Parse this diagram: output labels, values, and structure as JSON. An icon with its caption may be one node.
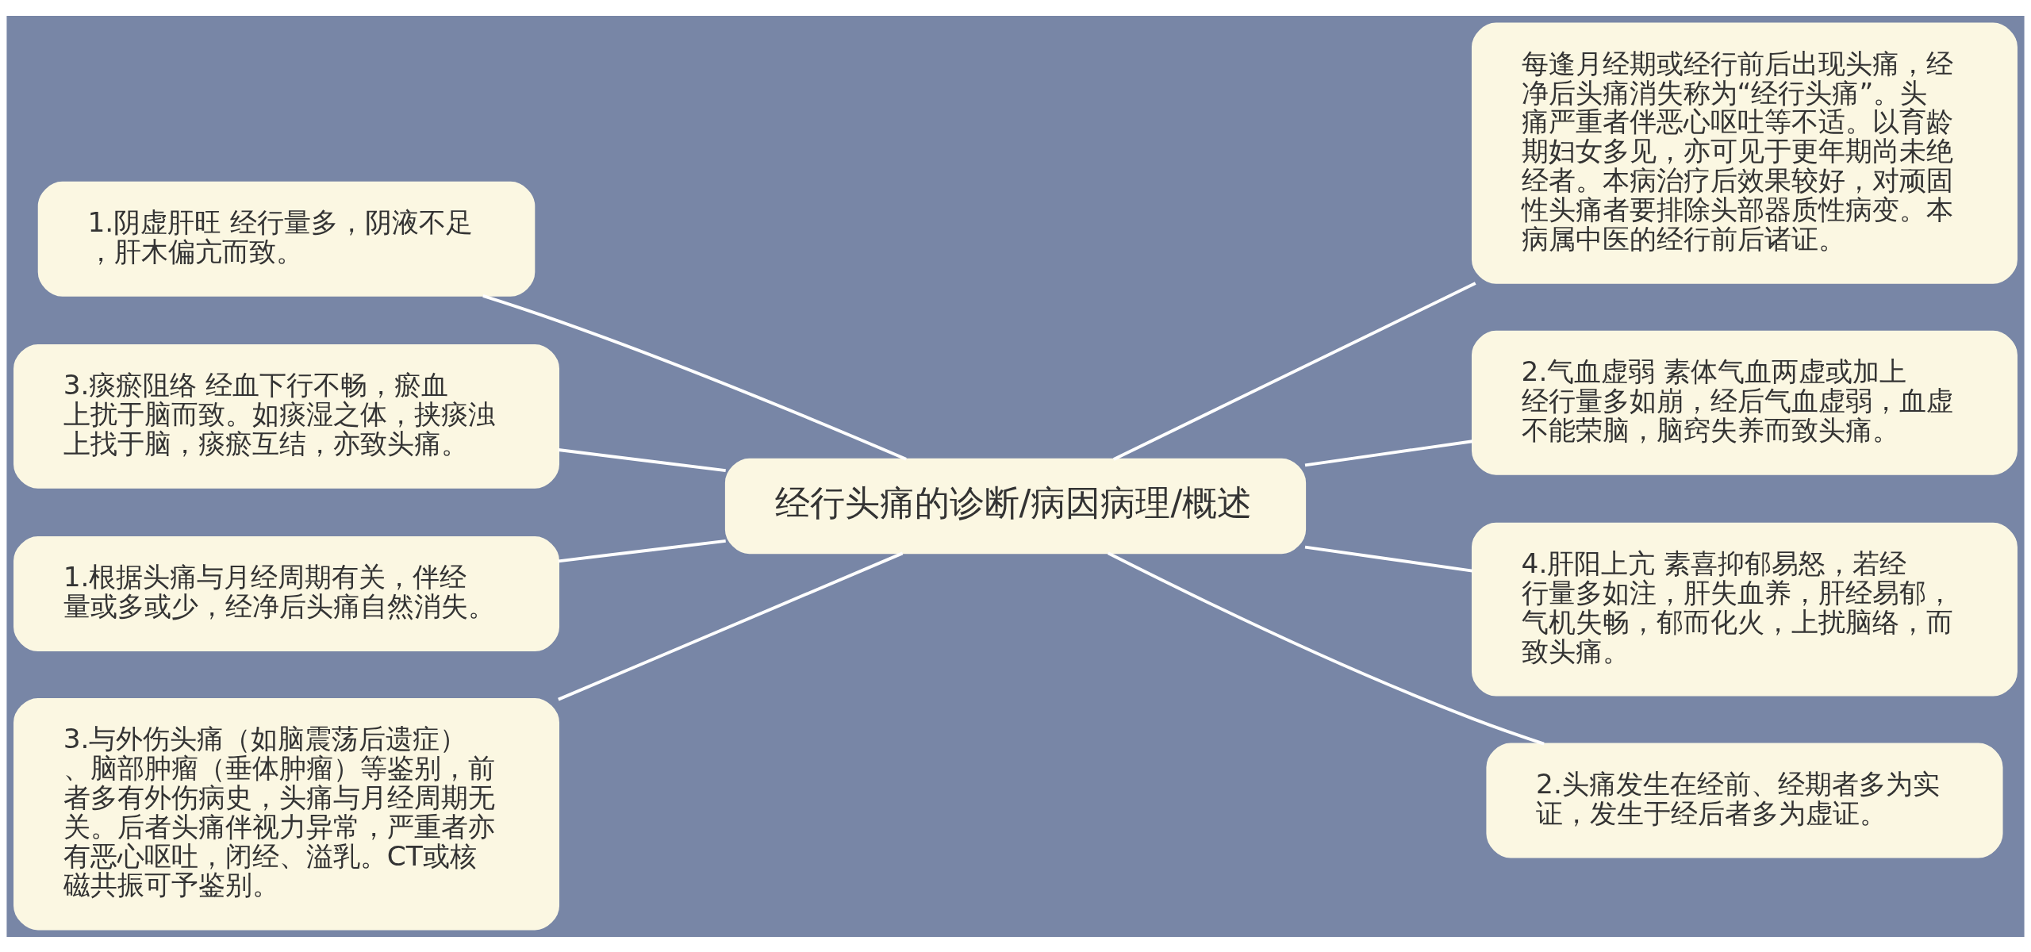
{
  "diagram": {
    "nodes": [
      {
        "text": [
          "经行头痛的诊断/病因病理/概述"
        ]
      },
      {
        "text": [
          "1.阴虚肝旺 经行量多，阴液不足，肝木偏亢而致。"
        ]
      },
      {
        "text": [
          "3.痰瘀阻络 经血下行不畅，瘀血上扰于脑而致。如痰湿之体，挟痰浊上找于脑，痰瘀互结，亦致头痛。"
        ]
      },
      {
        "text": [
          "1.根据头痛与月经周期有关，伴经量或多或少，经净后头痛自然消失。"
        ]
      },
      {
        "text": [
          "3.与外伤头痛（如脑震荡后遗症）、脑部肿瘤（垂体肿瘤）等鉴别，前者多有外伤病史，头痛与月经周期无关。后者头痛伴视力异常，严重者亦有恶心呕吐，闭经、溢乳。CT或核磁共振可予鉴别。"
        ]
      },
      {
        "text": [
          "每逢月经期或经行前后出现头痛，经净后头痛消失称为“经行头痛”。头痛严重者伴恶心呕吐等不适。以育龄期妇女多见，亦可见于更年期尚未绝经者。本病治疗后效果较好，对顽固性头痛者要排除头部器质性病变。本病属中医的经行前后诸证。"
        ]
      },
      {
        "text": [
          "2.气血虚弱 素体气血两虚或加上经行量多如崩，经后气血虚弱，血虚不能荣脑，脑窍失养而致头痛。"
        ]
      },
      {
        "text": [
          "4.肝阳上亢 素喜抑郁易怒，若经行量多如注，肝失血养，肝经易郁，气机失畅，郁而化火，上扰脑络，而致头痛。"
        ]
      },
      {
        "text": [
          "2.头痛发生在经前、经期者多为实证，发生于经后者多为虚证。"
        ]
      }
    ],
    "edges": [
      {
        "from": 0,
        "to": 1,
        "arrow": "none"
      },
      {
        "from": 0,
        "to": 2,
        "arrow": "none"
      },
      {
        "from": 0,
        "to": 3,
        "arrow": "none"
      },
      {
        "from": 0,
        "to": 4,
        "arrow": "none"
      },
      {
        "from": 0,
        "to": 5,
        "arrow": "none"
      },
      {
        "from": 0,
        "to": 6,
        "arrow": "none"
      },
      {
        "from": 0,
        "to": 7,
        "arrow": "none"
      },
      {
        "from": 0,
        "to": 8,
        "arrow": "none"
      }
    ]
  }
}
